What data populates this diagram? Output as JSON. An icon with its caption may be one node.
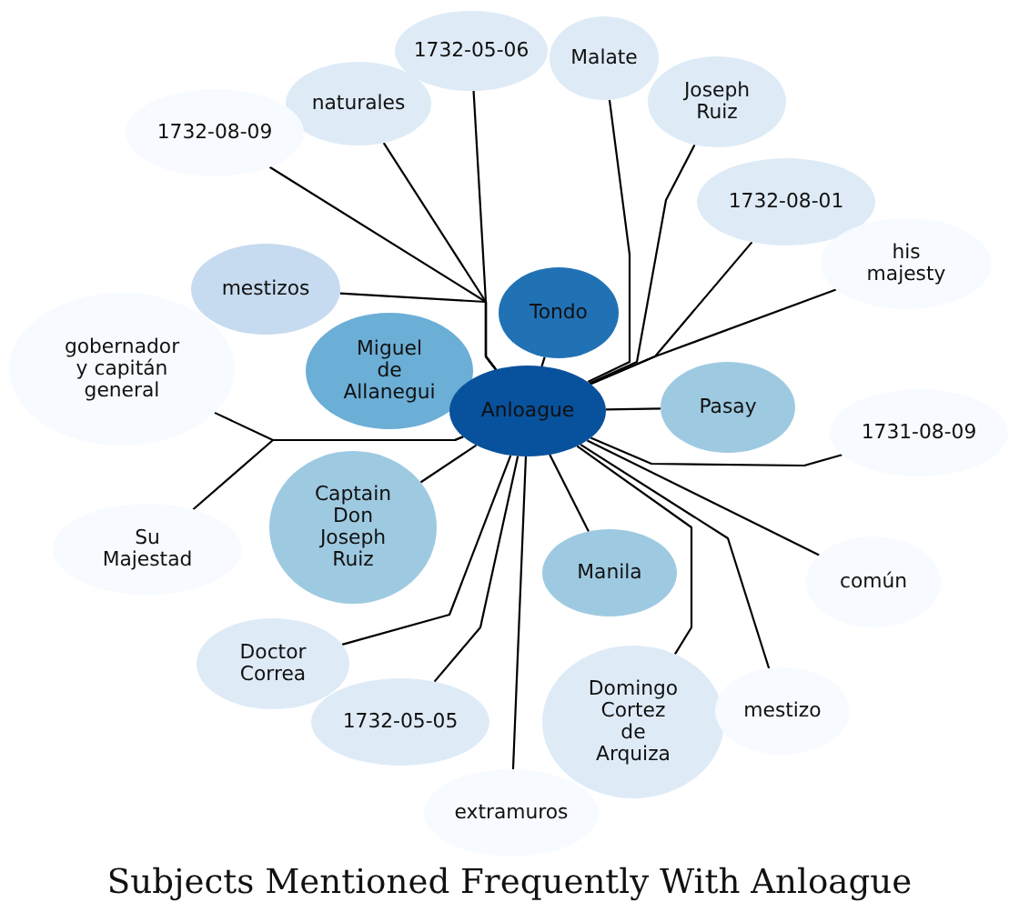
{
  "diagram": {
    "title": "Subjects Mentioned Frequently With Anloague",
    "nodes": [
      {
        "text": [
          "1732-05-06"
        ]
      },
      {
        "text": [
          "Malate"
        ]
      },
      {
        "text": [
          "naturales"
        ]
      },
      {
        "text": [
          "Joseph Ruiz"
        ]
      },
      {
        "text": [
          "1732-08-09"
        ]
      },
      {
        "text": [
          "1732-08-01"
        ]
      },
      {
        "text": [
          "his majesty"
        ]
      },
      {
        "text": [
          "mestizos"
        ]
      },
      {
        "text": [
          "Tondo"
        ]
      },
      {
        "text": [
          "gobernador y capitán general"
        ]
      },
      {
        "text": [
          "Miguel de Allanegui"
        ]
      },
      {
        "text": [
          "Anloague"
        ]
      },
      {
        "text": [
          "Pasay"
        ]
      },
      {
        "text": [
          "1731-08-09"
        ]
      },
      {
        "text": [
          "Captain Don Joseph Ruiz"
        ]
      },
      {
        "text": [
          "Su Majestad"
        ]
      },
      {
        "text": [
          "Manila"
        ]
      },
      {
        "text": [
          "común"
        ]
      },
      {
        "text": [
          "Doctor Correa"
        ]
      },
      {
        "text": [
          "mestizo"
        ]
      },
      {
        "text": [
          "Domingo Cortez de Arquiza"
        ]
      },
      {
        "text": [
          "1732-05-05"
        ]
      },
      {
        "text": [
          "extramuros"
        ]
      }
    ],
    "edges": [
      {
        "from": 11,
        "to": 0,
        "arrow": "none"
      },
      {
        "from": 11,
        "to": 1,
        "arrow": "none"
      },
      {
        "from": 11,
        "to": 2,
        "arrow": "none"
      },
      {
        "from": 11,
        "to": 3,
        "arrow": "none"
      },
      {
        "from": 11,
        "to": 4,
        "arrow": "none"
      },
      {
        "from": 11,
        "to": 5,
        "arrow": "none"
      },
      {
        "from": 11,
        "to": 6,
        "arrow": "none"
      },
      {
        "from": 11,
        "to": 7,
        "arrow": "none"
      },
      {
        "from": 11,
        "to": 8,
        "arrow": "none"
      },
      {
        "from": 11,
        "to": 9,
        "arrow": "none"
      },
      {
        "from": 11,
        "to": 12,
        "arrow": "none"
      },
      {
        "from": 11,
        "to": 13,
        "arrow": "none"
      },
      {
        "from": 11,
        "to": 14,
        "arrow": "none"
      },
      {
        "from": 11,
        "to": 15,
        "arrow": "none"
      },
      {
        "from": 11,
        "to": 16,
        "arrow": "none"
      },
      {
        "from": 11,
        "to": 17,
        "arrow": "none"
      },
      {
        "from": 11,
        "to": 18,
        "arrow": "none"
      },
      {
        "from": 11,
        "to": 19,
        "arrow": "none"
      },
      {
        "from": 11,
        "to": 20,
        "arrow": "none"
      },
      {
        "from": 11,
        "to": 21,
        "arrow": "none"
      },
      {
        "from": 11,
        "to": 22,
        "arrow": "none"
      }
    ]
  }
}
